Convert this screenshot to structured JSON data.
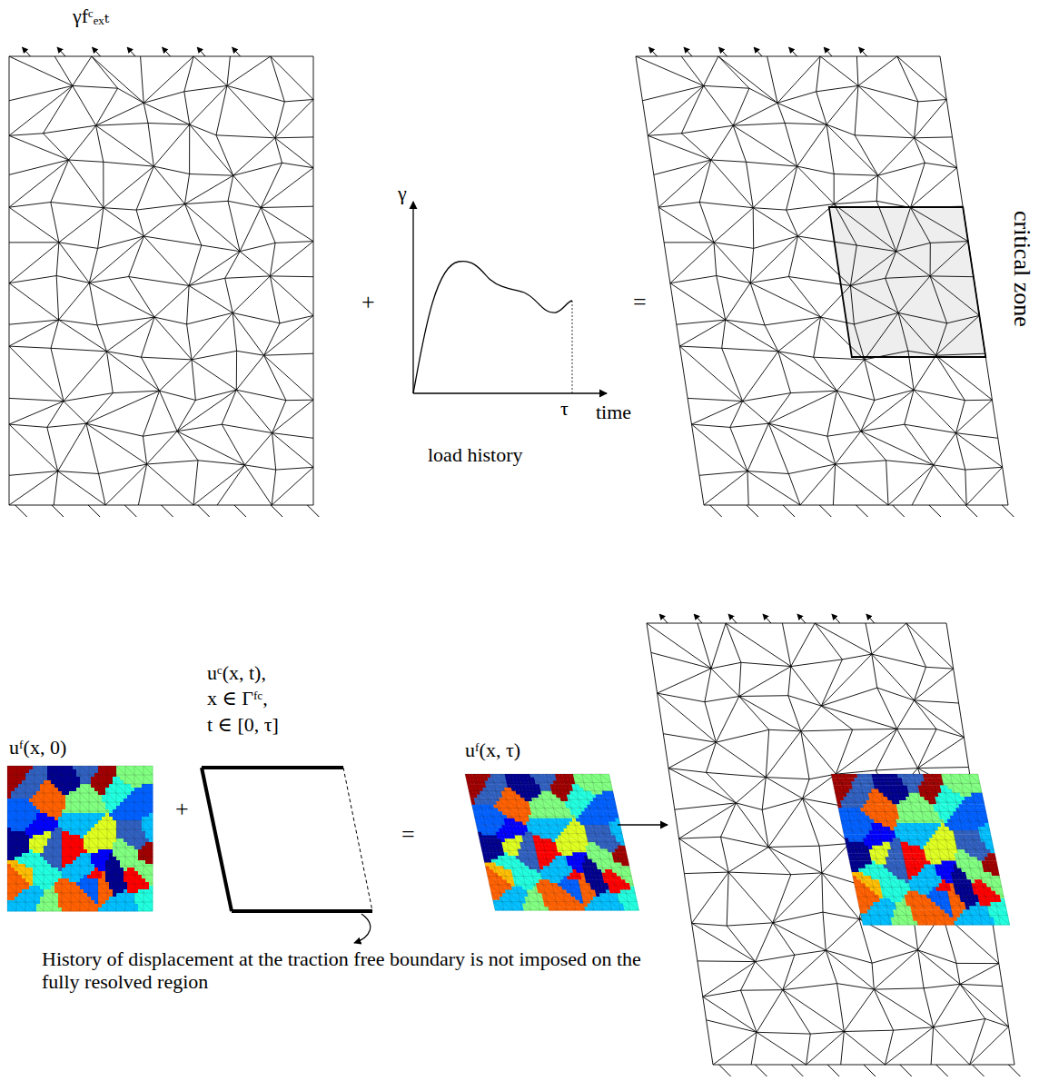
{
  "diagram": {
    "labels": [
      "γfᶜₑₓₜ",
      "+",
      "γ",
      "τ",
      "time",
      "load history",
      "=",
      "critical zone",
      "uᶠ(x, 0)",
      "uᶜ(x, t),",
      "x ∈ Γᶠᶜ,",
      "t ∈ [0, τ]",
      "+",
      "=",
      "uᶠ(x, τ)",
      "History of displacement at the traction free boundary is not imposed on the fully resolved region"
    ]
  }
}
